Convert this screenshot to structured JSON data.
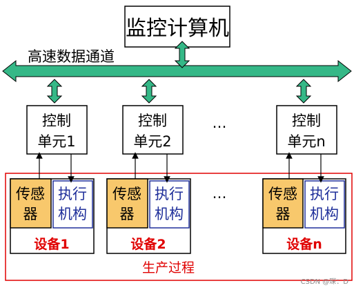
{
  "diagram": {
    "top_box": "监控计算机",
    "bus_label": "高速数据通道",
    "ellipsis": "…",
    "controllers": [
      {
        "line1": "控制",
        "line2": "单元1"
      },
      {
        "line1": "控制",
        "line2": "单元2"
      },
      {
        "line1": "控制",
        "line2": "单元n"
      }
    ],
    "devices": [
      {
        "sensor_line1": "传感",
        "sensor_line2": "器",
        "actuator_line1": "执行",
        "actuator_line2": "机构",
        "name": "设备1"
      },
      {
        "sensor_line1": "传感",
        "sensor_line2": "器",
        "actuator_line1": "执行",
        "actuator_line2": "机构",
        "name": "设备2"
      },
      {
        "sensor_line1": "传感",
        "sensor_line2": "器",
        "actuator_line1": "执行",
        "actuator_line2": "机构",
        "name": "设备n"
      }
    ],
    "process_label": "生产过程",
    "watermark": "CSDN @琛：D"
  },
  "colors": {
    "bus": "#35b887",
    "sensor_fill": "#f8c86c",
    "process_border": "#e00000",
    "actuator_border": "#1f2f9a",
    "text_red": "#e00000",
    "text_blue": "#1f2f9a"
  }
}
